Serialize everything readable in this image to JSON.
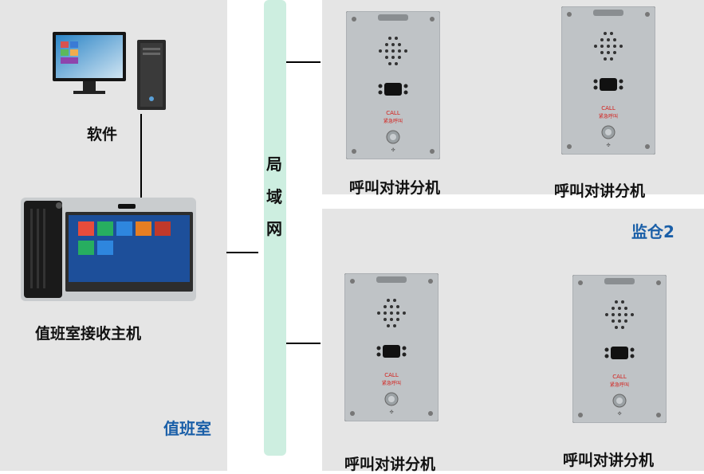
{
  "colors": {
    "background_panel": "#e5e5e5",
    "lan_bar": "#cdeee0",
    "room_label": "#1a5fa8",
    "panel_steel": "#bfc3c6",
    "call_red": "#d4201c"
  },
  "software": {
    "label": "软件"
  },
  "host": {
    "label": "值班室接收主机"
  },
  "duty_room": {
    "label": "值班室"
  },
  "lan": {
    "chars": [
      "局",
      "域",
      "网"
    ]
  },
  "cell": {
    "label": "监仓2"
  },
  "intercoms": [
    {
      "label": "呼叫对讲分机",
      "call_text": "CALL",
      "call_sub": "紧急呼叫"
    },
    {
      "label": "呼叫对讲分机",
      "call_text": "CALL",
      "call_sub": "紧急呼叫"
    },
    {
      "label": "呼叫对讲分机",
      "call_text": "CALL",
      "call_sub": "紧急呼叫"
    },
    {
      "label": "呼叫对讲分机",
      "call_text": "CALL",
      "call_sub": "紧急呼叫"
    }
  ],
  "icons": [
    "computer-icon",
    "speaker-grille-icon",
    "camera-icon",
    "call-button-icon",
    "microphone-icon"
  ]
}
